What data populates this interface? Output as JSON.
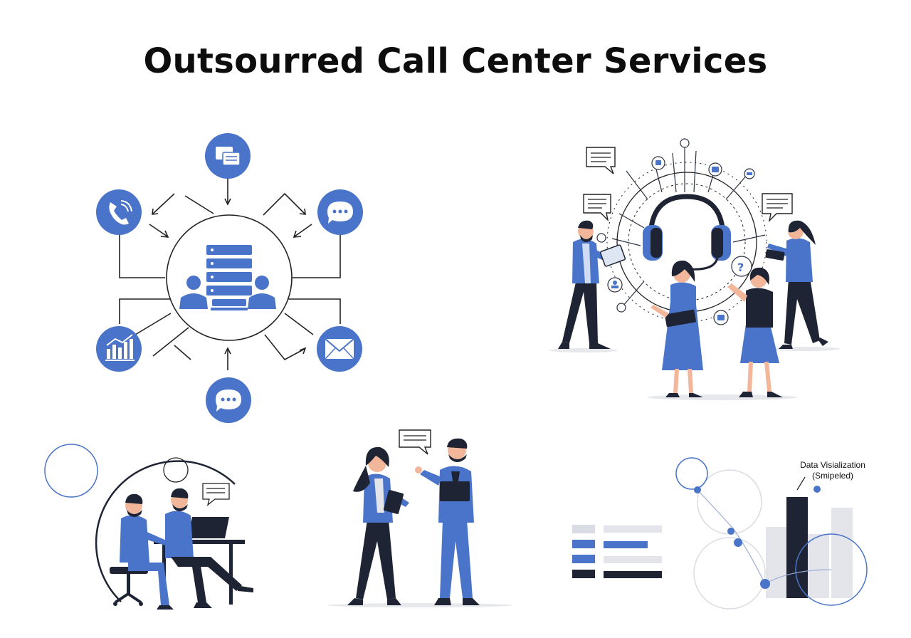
{
  "title": "Outsourred Call Center Services",
  "data_viz": {
    "label_line1": "Data Visialization",
    "label_line2": "(Smipeled)"
  },
  "colors": {
    "blue": "#4a74c9",
    "navy": "#1e2433",
    "light_blue": "#cfdcf3",
    "gray": "#e3e5ea",
    "skin": "#f2b79a"
  },
  "icons": [
    "phone-icon",
    "chat-icon",
    "documents-icon",
    "chart-icon",
    "mail-icon",
    "server-icon",
    "headset-icon"
  ]
}
